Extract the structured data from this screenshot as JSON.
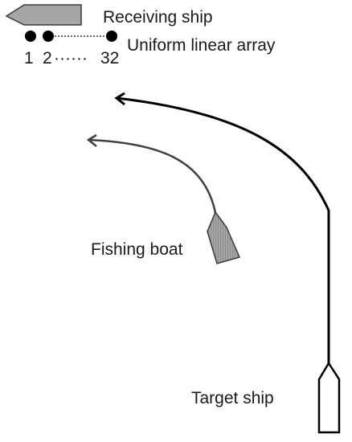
{
  "labels": {
    "receiving_ship": "Receiving ship",
    "uniform_linear_array": "Uniform linear array",
    "fishing_boat": "Fishing boat",
    "target_ship": "Target ship"
  },
  "array": {
    "first_index": "1",
    "second_index": "2",
    "ellipsis": "······",
    "last_index": "32"
  },
  "colors": {
    "ship_fill": "#a6a6a6",
    "ship_outline": "#3a3a3a",
    "track_target": "#000000",
    "track_fishing": "#404040",
    "target_ship_fill": "#ffffff"
  }
}
